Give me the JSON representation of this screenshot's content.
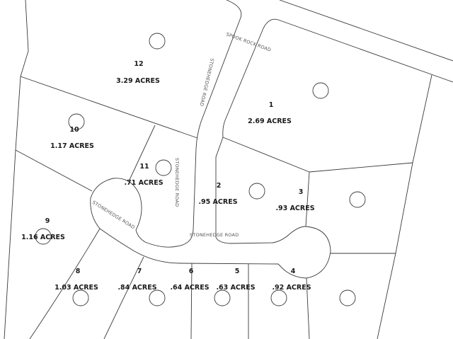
{
  "map": {
    "roads": {
      "spook_rock": "SPOOK ROCK ROAD",
      "stonehedge_north": "STONEHEDGE ROAD",
      "stonehedge_mid": "STONEHEDGE ROAD",
      "stonehedge_west": "STONEHEDGE ROAD",
      "stonehedge_east": "STONEHEDGE ROAD"
    },
    "lots": [
      {
        "number": "1",
        "acres": "2.69 ACRES"
      },
      {
        "number": "2",
        "acres": ".95 ACRES"
      },
      {
        "number": "3",
        "acres": ".93 ACRES"
      },
      {
        "number": "4",
        "acres": ".92 ACRES"
      },
      {
        "number": "5",
        "acres": ".63 ACRES"
      },
      {
        "number": "6",
        "acres": ".64 ACRES"
      },
      {
        "number": "7",
        "acres": ".84 ACRES"
      },
      {
        "number": "8",
        "acres": "1.03 ACRES"
      },
      {
        "number": "9",
        "acres": "1.16 ACRES"
      },
      {
        "number": "10",
        "acres": "1.17 ACRES"
      },
      {
        "number": "11",
        "acres": ".71 ACRES"
      },
      {
        "number": "12",
        "acres": "3.29 ACRES"
      }
    ],
    "colors": {
      "line": "#3a3a3a",
      "text": "#1a1a1a",
      "road_label": "#555555",
      "background": "#ffffff"
    }
  }
}
